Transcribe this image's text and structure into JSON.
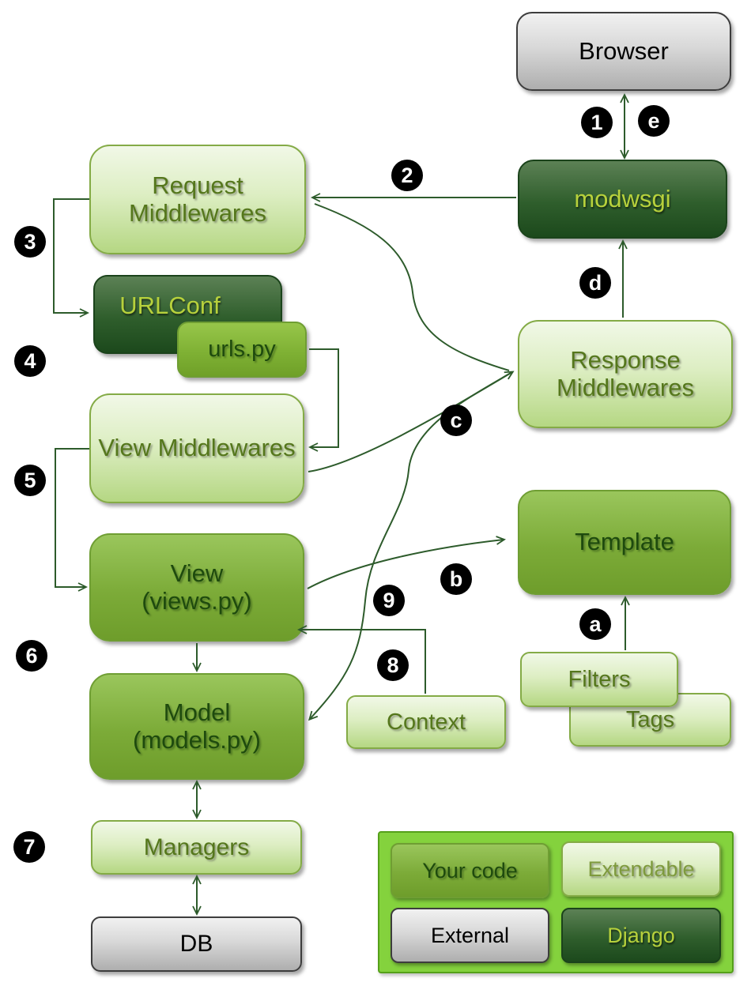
{
  "nodes": {
    "browser": {
      "label": "Browser",
      "category": "External"
    },
    "modwsgi": {
      "label": "modwsgi",
      "category": "Django"
    },
    "request_middlewares": {
      "label": "Request Middlewares",
      "category": "Extendable"
    },
    "urlconf": {
      "label": "URLConf",
      "category": "Django"
    },
    "urls_py": {
      "label": "urls.py",
      "category": "Your code"
    },
    "view_middlewares": {
      "label": "View Middlewares",
      "category": "Extendable"
    },
    "view": {
      "label": "View",
      "sublabel": "(views.py)",
      "category": "Your code"
    },
    "model": {
      "label": "Model",
      "sublabel": "(models.py)",
      "category": "Your code"
    },
    "managers": {
      "label": "Managers",
      "category": "Extendable"
    },
    "db": {
      "label": "DB",
      "category": "External"
    },
    "response_middlewares": {
      "label": "Response Middlewares",
      "category": "Extendable"
    },
    "template": {
      "label": "Template",
      "category": "Your code"
    },
    "filters": {
      "label": "Filters",
      "category": "Extendable"
    },
    "tags": {
      "label": "Tags",
      "category": "Extendable"
    },
    "context": {
      "label": "Context",
      "category": "Extendable"
    }
  },
  "markers": {
    "n1": {
      "label": "1"
    },
    "n2": {
      "label": "2"
    },
    "n3": {
      "label": "3"
    },
    "n4": {
      "label": "4"
    },
    "n5": {
      "label": "5"
    },
    "n6": {
      "label": "6"
    },
    "n7": {
      "label": "7"
    },
    "n8": {
      "label": "8"
    },
    "n9": {
      "label": "9"
    },
    "la": {
      "label": "a"
    },
    "lb": {
      "label": "b"
    },
    "lc": {
      "label": "c"
    },
    "ld": {
      "label": "d"
    },
    "le": {
      "label": "e"
    }
  },
  "edges": [
    {
      "from": "browser",
      "to": "modwsgi",
      "bidirectional": true,
      "labels": [
        "1",
        "e"
      ]
    },
    {
      "from": "modwsgi",
      "to": "request_middlewares",
      "labels": [
        "2"
      ]
    },
    {
      "from": "request_middlewares",
      "to": "urlconf",
      "labels": [
        "3"
      ]
    },
    {
      "from": "urls_py",
      "to": "view_middlewares",
      "labels": [
        "4"
      ]
    },
    {
      "from": "view_middlewares",
      "to": "view",
      "labels": [
        "5"
      ]
    },
    {
      "from": "view",
      "to": "model",
      "labels": [
        "6"
      ]
    },
    {
      "from": "model",
      "to": "managers",
      "bidirectional": true,
      "labels": [
        "7"
      ]
    },
    {
      "from": "managers",
      "to": "db",
      "bidirectional": true,
      "labels": [
        "7"
      ]
    },
    {
      "from": "context",
      "to": "view",
      "labels": [
        "8"
      ]
    },
    {
      "from": "request_middlewares",
      "to": "response_middlewares",
      "labels": []
    },
    {
      "from": "view_middlewares",
      "to": "response_middlewares",
      "labels": []
    },
    {
      "from": "model",
      "to": "response_middlewares",
      "bidirectional": true,
      "labels": [
        "9",
        "c"
      ]
    },
    {
      "from": "view",
      "to": "template",
      "labels": [
        "b"
      ]
    },
    {
      "from": "filters",
      "to": "template",
      "labels": [
        "a"
      ]
    },
    {
      "from": "response_middlewares",
      "to": "modwsgi",
      "labels": [
        "d"
      ]
    }
  ],
  "legend": {
    "your_code": {
      "label": "Your code"
    },
    "extendable": {
      "label": "Extendable"
    },
    "external": {
      "label": "External"
    },
    "django": {
      "label": "Django"
    }
  },
  "colors": {
    "connector": "#2d5b2b",
    "marker_bg": "#000000",
    "marker_text": "#ffffff",
    "your_code_green": "#7cab38",
    "extendable_green": "#cfe6ab",
    "django_green": "#2f5e2c",
    "external_gray": "#d8d8d8",
    "legend_bg": "#84d23d"
  }
}
